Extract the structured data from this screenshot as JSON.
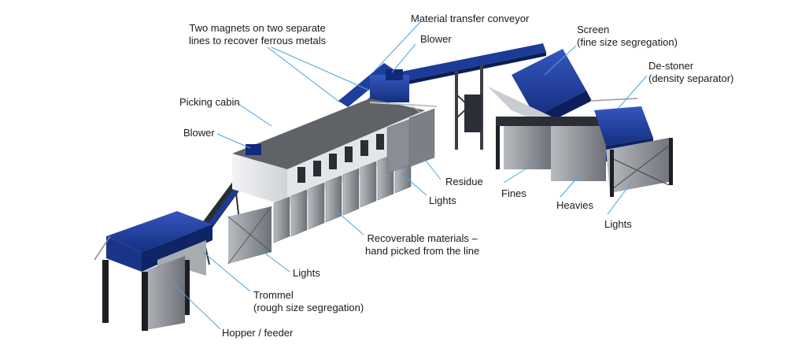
{
  "labels": {
    "magnets_line1": "Two magnets on two separate",
    "magnets_line2": "lines to recover ferrous metals",
    "transfer_conveyor": "Material transfer conveyor",
    "blower_top": "Blower",
    "screen_line1": "Screen",
    "screen_line2": "(fine size segregation)",
    "destoner_line1": "De-stoner",
    "destoner_line2": "(density separator)",
    "picking_cabin": "Picking cabin",
    "blower_left": "Blower",
    "residue": "Residue",
    "lights_mid": "Lights",
    "fines": "Fines",
    "heavies": "Heavies",
    "lights_right": "Lights",
    "recoverable_line1": "Recoverable materials –",
    "recoverable_line2": "hand picked from the line",
    "lights_low": "Lights",
    "trommel_line1": "Trommel",
    "trommel_line2": "(rough size segregation)",
    "hopper": "Hopper / feeder"
  },
  "colors": {
    "machine_blue": "#1f3f9a",
    "machine_dark": "#0f1f5a",
    "cabin_roof": "#5f6368",
    "cabin_wall": "#e4e5e8",
    "bin": "#9a9da3",
    "leader_line": "#4aa3df"
  }
}
